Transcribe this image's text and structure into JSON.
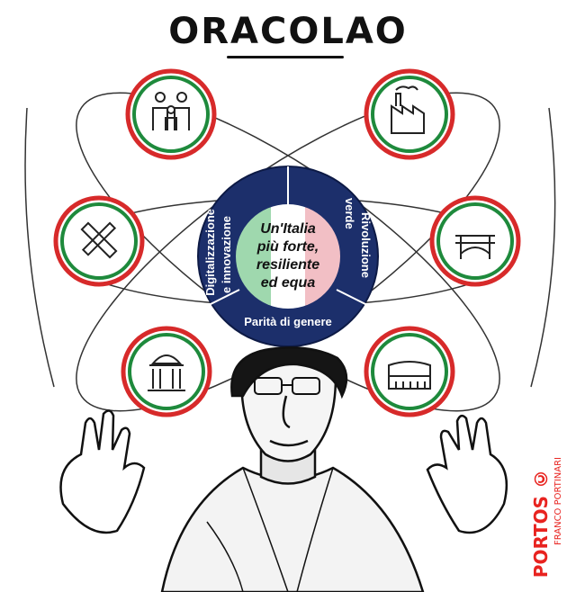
{
  "title": "ORACOLAO",
  "hub": {
    "center_lines": [
      "Un'Italia",
      "più forte,",
      "resiliente",
      "ed equa"
    ],
    "segments": [
      "Digitalizzazione e innovazione",
      "Rivoluzione verde",
      "Parità di genere"
    ],
    "segment_lines": {
      "digital_1": "Digitalizzazione",
      "digital_2": "e innovazione",
      "green_1": "Rivoluzione",
      "green_2": "verde",
      "gender": "Parità di genere"
    }
  },
  "icons": [
    "family-icon",
    "factory-icon",
    "ruler-pencil-icon",
    "bridge-icon",
    "government-building-icon",
    "colosseum-icon"
  ],
  "signature": {
    "line1": "PORTOS ©",
    "line2": "FRANCO PORTINARI"
  },
  "colors": {
    "ring_blue": "#1c2f6b",
    "italy_green": "#1e8a3c",
    "italy_red": "#d72a2a",
    "signature_red": "#e8231f"
  }
}
